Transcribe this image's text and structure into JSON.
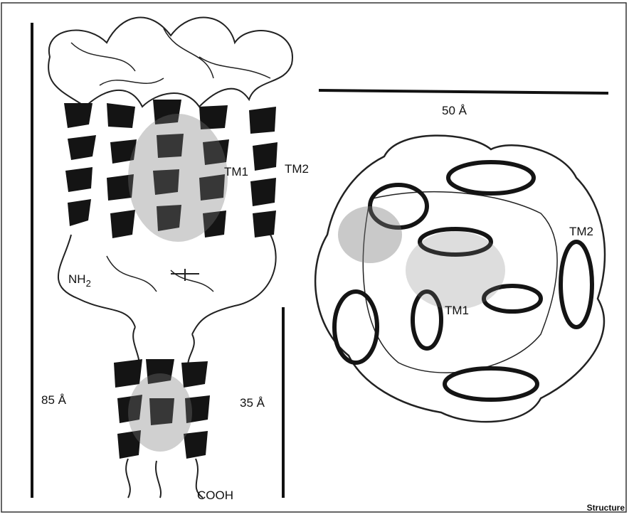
{
  "labels": {
    "tm1_side": "TM1",
    "tm2_side": "TM2",
    "nh2": "NH",
    "nh2_sub": "2",
    "cooh": "COOH",
    "length_85": "85 Å",
    "length_35": "35 Å",
    "width_50": "50 Å",
    "tm2_top": "TM2",
    "tm1_top": "TM1"
  },
  "credit": "Structure",
  "colors": {
    "ink": "#111111",
    "shade": "#777777",
    "paper": "#ffffff"
  }
}
